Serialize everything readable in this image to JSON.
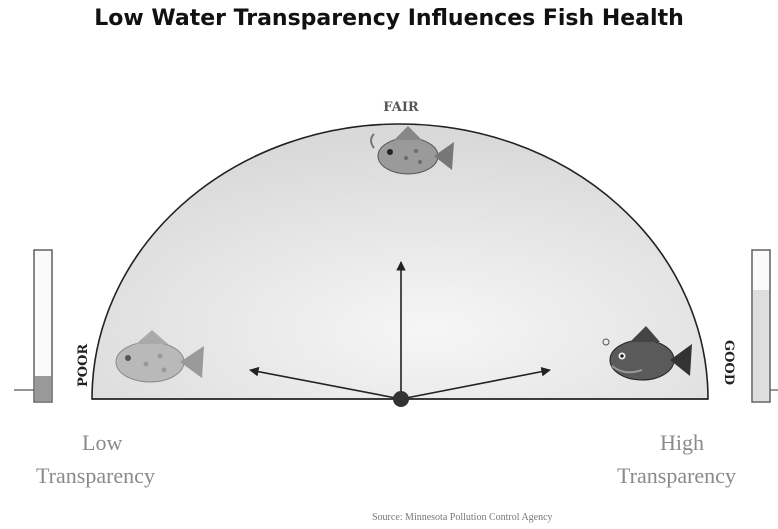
{
  "title": "Low Water Transparency Influences Fish Health",
  "gauge": {
    "fair_label": "FAIR",
    "poor_label": "POOR",
    "good_label": "GOOD"
  },
  "left_label": {
    "line1": "Low",
    "line2": "Transparency"
  },
  "right_label": {
    "line1": "High",
    "line2": "Transparency"
  },
  "source": "Source: Minnesota Pollution Control Agency",
  "colors": {
    "dome_fill": "#e8e8e8",
    "fish_good": "#5a5a5a",
    "fish_poor": "#b9b9b9",
    "arrow": "#222222"
  },
  "icons": [
    "fish-poor-icon",
    "fish-fair-icon",
    "fish-good-icon",
    "transparency-tube-low-icon",
    "transparency-tube-high-icon"
  ]
}
